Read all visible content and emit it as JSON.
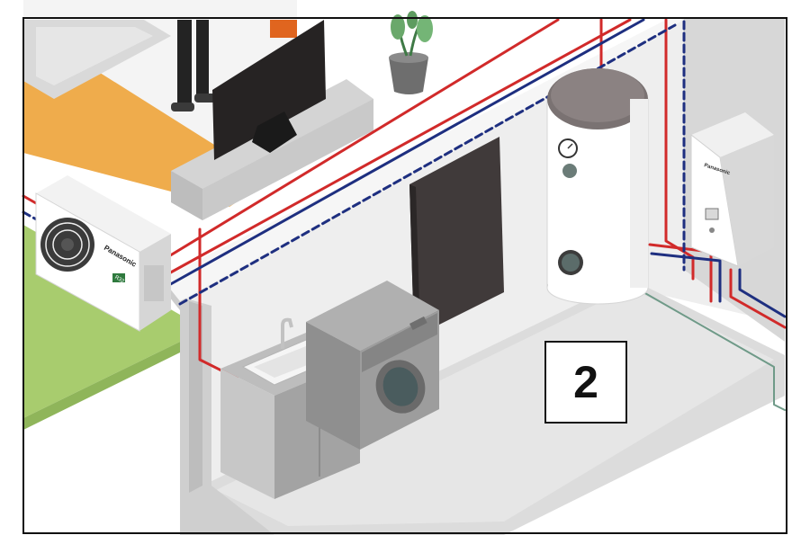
{
  "diagram": {
    "step_number": "2",
    "outdoor_unit": {
      "brand": "Panasonic",
      "badge": "R32"
    },
    "indoor_unit": {
      "brand": "Panasonic"
    }
  },
  "colors": {
    "hot_pipe": "#d12a2a",
    "cold_pipe": "#1e2f80",
    "drain_pipe": "#6f9a88",
    "floor_orange": "#efac4c",
    "lawn_green": "#a8cc6e",
    "room_wall": "#eeeeee",
    "frame": "#111111"
  },
  "icons": {
    "outdoor_unit": "heat-pump-outdoor-unit-icon",
    "indoor_unit": "indoor-hydro-unit-icon",
    "water_tank": "hot-water-cylinder-icon",
    "washer": "washing-machine-icon",
    "sink": "utility-sink-icon",
    "tv": "television-icon",
    "plant": "potted-plant-icon",
    "person": "person-standing-icon",
    "door": "door-icon"
  }
}
